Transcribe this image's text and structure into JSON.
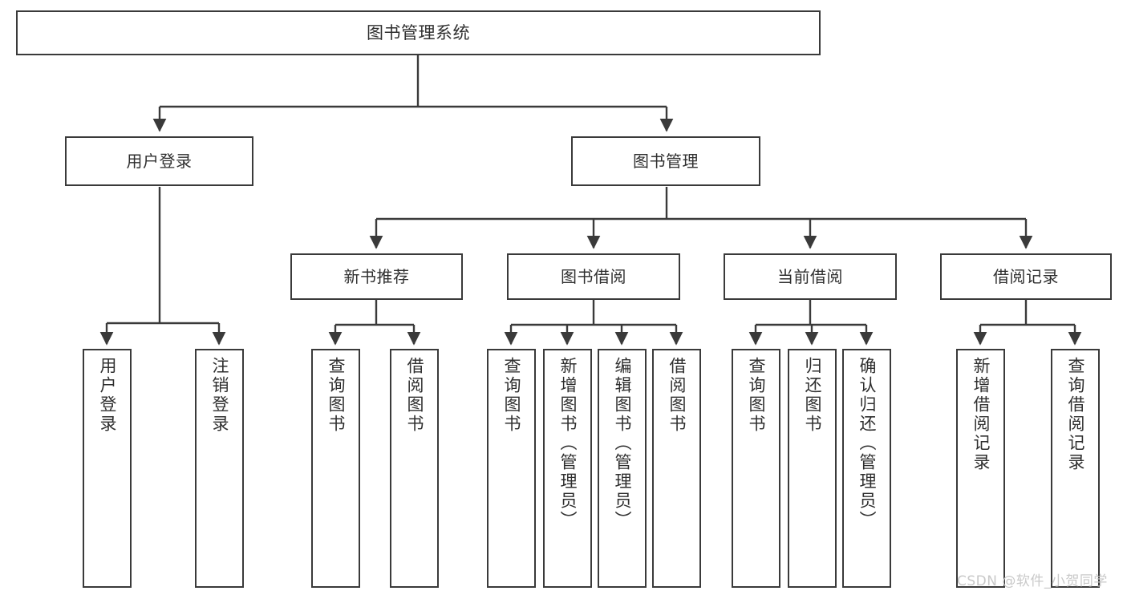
{
  "diagram": {
    "title": "图书管理系统",
    "type": "tree-hierarchy-diagram",
    "colors": {
      "box_border": "#3a3a3a",
      "box_fill": "#ffffff",
      "connector": "#3a3a3a",
      "text": "#2f2f2f",
      "watermark": "#c9c9c9",
      "background": "#ffffff"
    },
    "nodes": {
      "root": {
        "label": "图书管理系统"
      },
      "level2": [
        {
          "id": "user-login",
          "label": "用户登录"
        },
        {
          "id": "book-management",
          "label": "图书管理"
        }
      ],
      "level3": [
        {
          "id": "new-book-recommend",
          "label": "新书推荐"
        },
        {
          "id": "book-borrow",
          "label": "图书借阅"
        },
        {
          "id": "current-borrow",
          "label": "当前借阅"
        },
        {
          "id": "borrow-record",
          "label": "借阅记录"
        }
      ],
      "leaves": {
        "user-login": [
          {
            "id": "leaf-user-login",
            "label": "用户登录"
          },
          {
            "id": "leaf-user-logout",
            "label": "注销登录"
          }
        ],
        "new-book-recommend": [
          {
            "id": "leaf-query-book-1",
            "label": "查询图书"
          },
          {
            "id": "leaf-borrow-book-1",
            "label": "借阅图书"
          }
        ],
        "book-borrow": [
          {
            "id": "leaf-query-book-2",
            "label": "查询图书"
          },
          {
            "id": "leaf-add-book",
            "label": "新增图书（管理员）"
          },
          {
            "id": "leaf-edit-book",
            "label": "编辑图书（管理员）"
          },
          {
            "id": "leaf-borrow-book-2",
            "label": "借阅图书"
          }
        ],
        "current-borrow": [
          {
            "id": "leaf-query-book-3",
            "label": "查询图书"
          },
          {
            "id": "leaf-return-book",
            "label": "归还图书"
          },
          {
            "id": "leaf-confirm-return",
            "label": "确认归还（管理员）"
          }
        ],
        "borrow-record": [
          {
            "id": "leaf-add-record",
            "label": "新增借阅记录"
          },
          {
            "id": "leaf-query-record",
            "label": "查询借阅记录"
          }
        ]
      }
    },
    "watermark": "CSDN @软件_小贺同学"
  }
}
